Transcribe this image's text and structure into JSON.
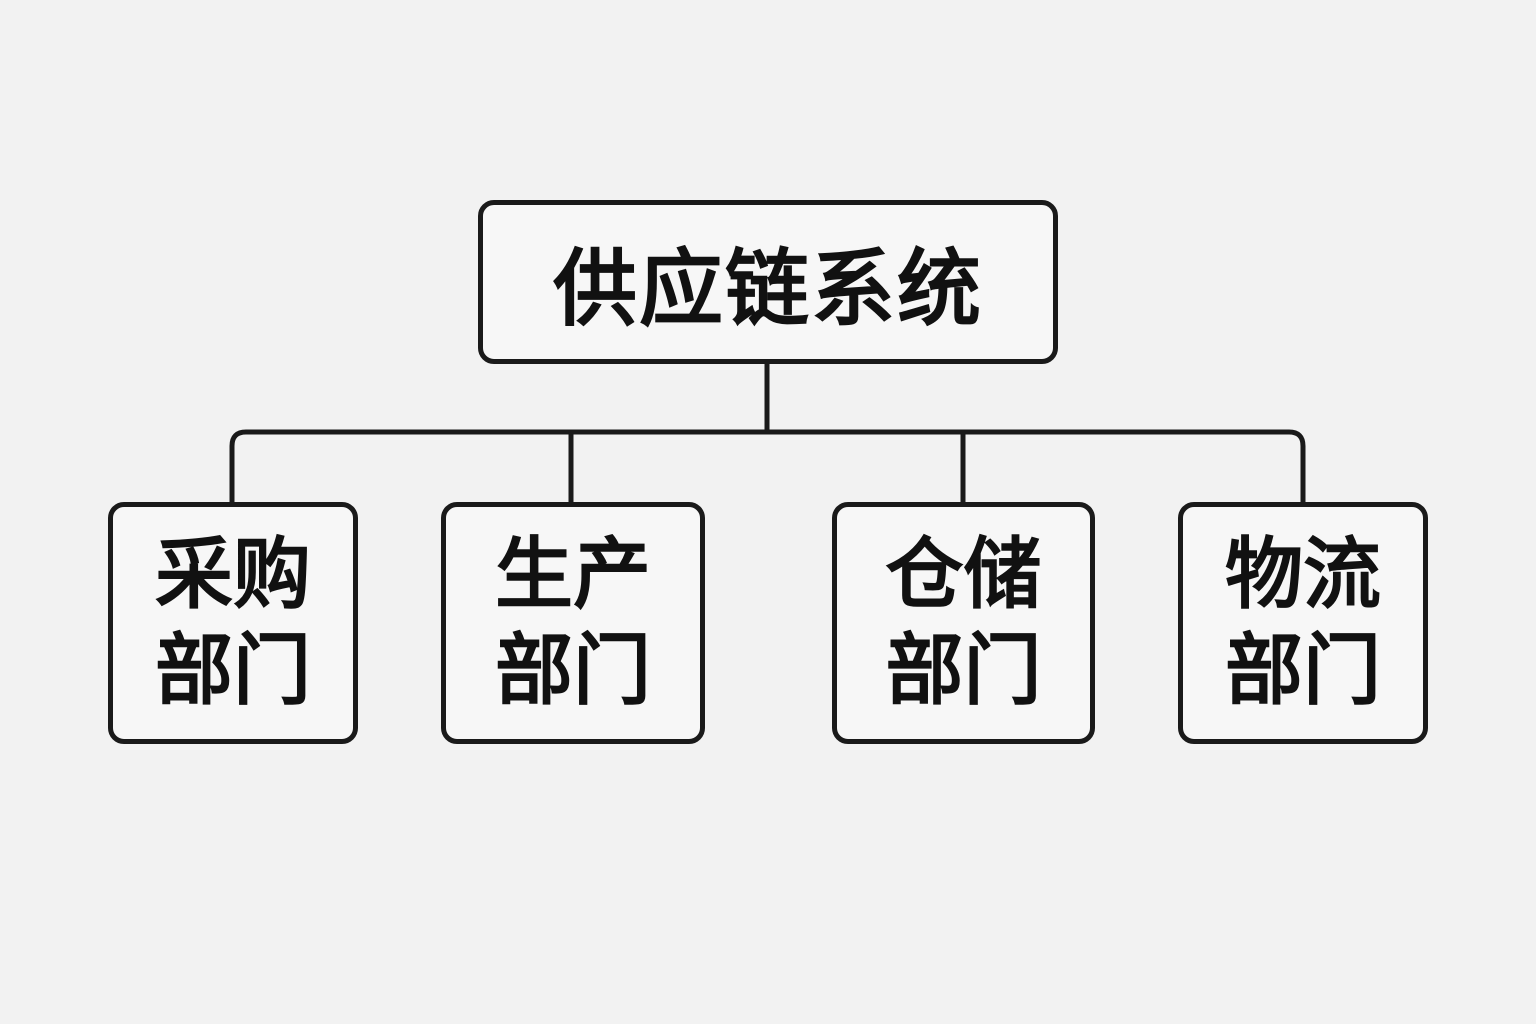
{
  "root": {
    "label": "供应链系统"
  },
  "children": [
    {
      "line1": "采购",
      "line2": "部门"
    },
    {
      "line1": "生产",
      "line2": "部门"
    },
    {
      "line1": "仓储",
      "line2": "部门"
    },
    {
      "line1": "物流",
      "line2": "部门"
    }
  ],
  "colors": {
    "stroke": "#1a1a1a",
    "background": "#f2f2f2"
  }
}
